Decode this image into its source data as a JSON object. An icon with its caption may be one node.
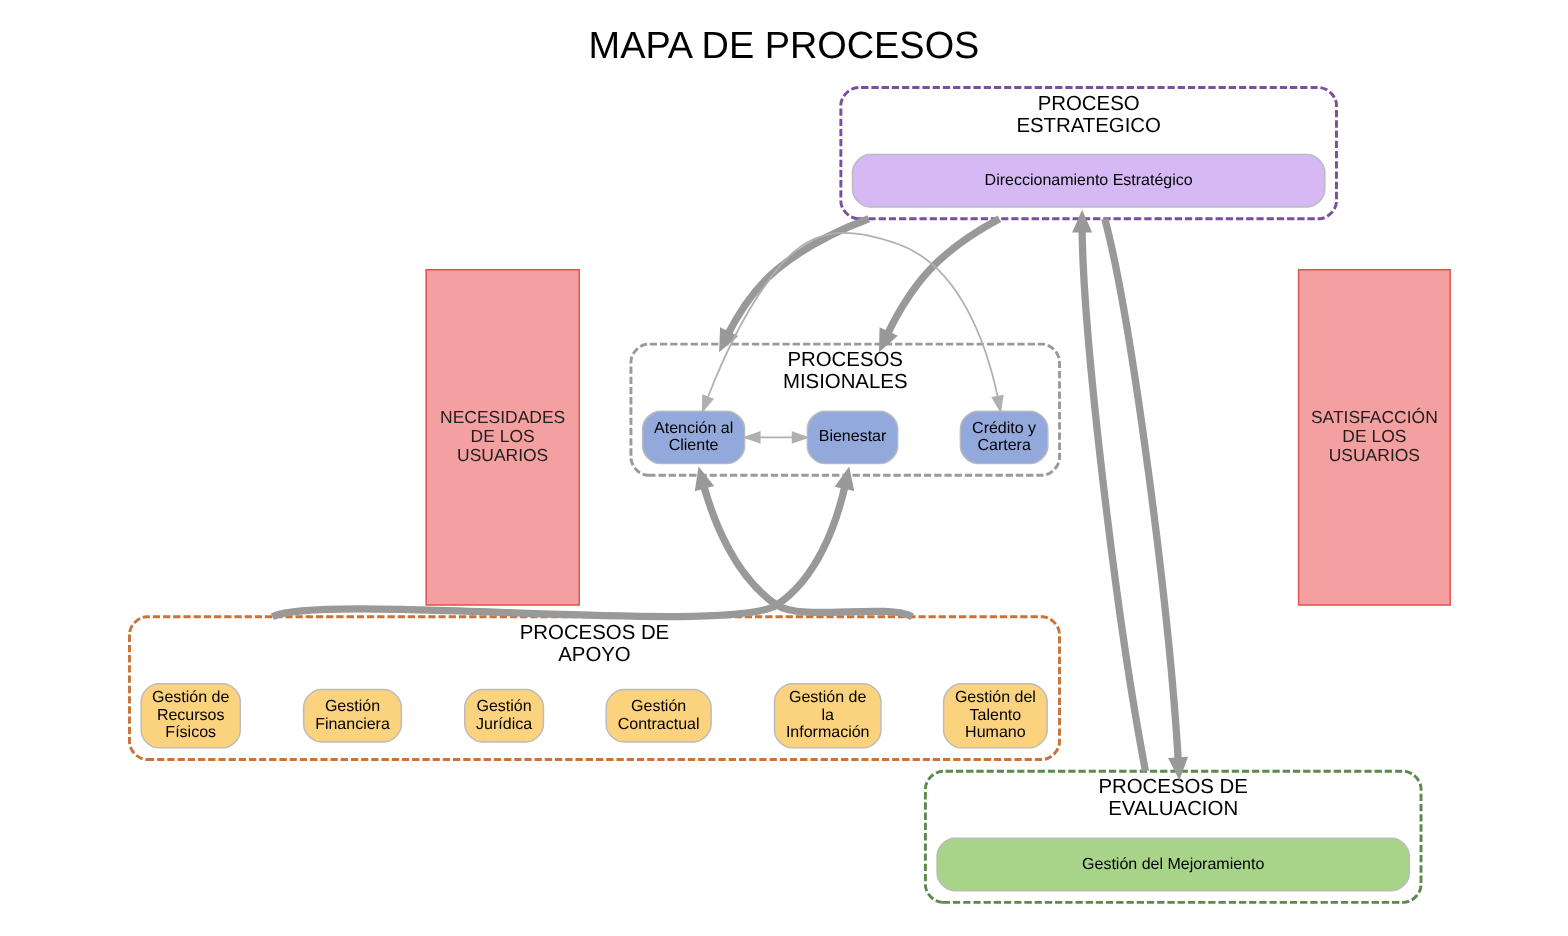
{
  "diagram": {
    "title": "MAPA DE PROCESOS",
    "nodes": [
      {
        "text": [
          "NECESIDADES DE LOS USUARIOS"
        ]
      },
      {
        "text": [
          "PROCESO ESTRATEGICO"
        ]
      },
      {
        "text": [
          "Direccionamiento Estratégico"
        ],
        "in": 1
      },
      {
        "text": [
          "PROCESOS MISIONALES"
        ]
      },
      {
        "text": [
          "Atención al Cliente"
        ],
        "in": 3
      },
      {
        "text": [
          "Crédito y Cartera"
        ],
        "in": 3
      },
      {
        "text": [
          "Bienestar"
        ],
        "in": 3
      },
      {
        "text": [
          "PROCESOS DE APOYO"
        ]
      },
      {
        "text": [
          "Gestión del Talento Humano"
        ],
        "in": 7
      },
      {
        "text": [
          "Gestión de la Información"
        ],
        "in": 7
      },
      {
        "text": [
          "Gestión Contractual"
        ],
        "in": 7
      },
      {
        "text": [
          "Gestión Jurídica"
        ],
        "in": 7
      },
      {
        "text": [
          "Gestión Financiera"
        ],
        "in": 7
      },
      {
        "text": [
          "Gestión de Recursos Físicos"
        ],
        "in": 7
      },
      {
        "text": [
          "PROCESOS DE EVALUACION"
        ]
      },
      {
        "text": [
          "Gestión del Mejoramiento"
        ],
        "in": 14
      },
      {
        "text": [
          "SATISFACCIÓN DE LOS USUARIOS"
        ]
      }
    ],
    "edges": [
      {
        "from": 1,
        "to": 3,
        "arrow": "to"
      },
      {
        "from": 1,
        "to": 3,
        "arrow": "to"
      },
      {
        "from": 4,
        "to": 5,
        "arrow": "both"
      },
      {
        "from": 4,
        "to": 6,
        "arrow": "both"
      },
      {
        "from": 7,
        "to": 3,
        "arrow": "to"
      },
      {
        "from": 7,
        "to": 3,
        "arrow": "to"
      },
      {
        "from": 14,
        "to": 1,
        "arrow": "to"
      },
      {
        "from": 1,
        "to": 14,
        "arrow": "to"
      }
    ]
  }
}
